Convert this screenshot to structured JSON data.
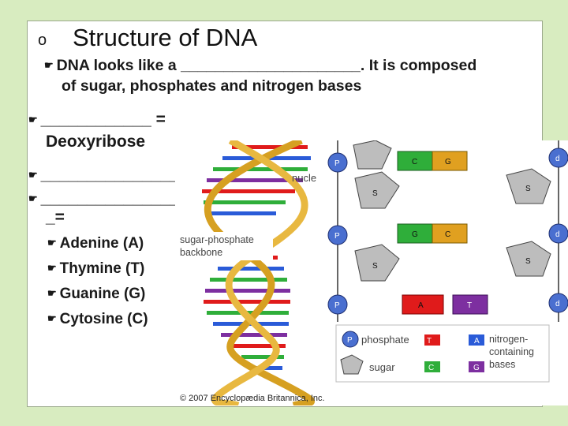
{
  "title": "Structure of DNA",
  "title_bullet": "o",
  "icon_name": "hand-pointer-icon",
  "bullet1_line1": "DNA looks like a _____________________. It is composed",
  "bullet1_line2": "of sugar, phosphates and nitrogen bases",
  "bullet2_line1": "____________ =",
  "bullet2_line2": "Deoxyribose",
  "bullet3": "_______________",
  "bullet4_line1": "_________________",
  "bullet4_line2": "_=",
  "bases": [
    "Adenine (A)",
    "Thymine (T)",
    "Guanine (G)",
    "Cytosine (C)"
  ],
  "diagram": {
    "label_nucleotide": "nucle",
    "label_backbone_1": "sugar-phosphate",
    "label_backbone_2": "backbone",
    "legend": {
      "phosphate": "phosphate",
      "sugar": "sugar",
      "bases_1": "nitrogen-",
      "bases_2": "containing",
      "bases_3": "bases",
      "p_letter": "P",
      "t_letter": "T",
      "a_letter": "A",
      "c_letter": "C",
      "g_letter": "G"
    },
    "copyright": "© 2007 Encyclopædia Britannica, Inc.",
    "ladder_letters": {
      "p": "P",
      "s": "S",
      "c": "C",
      "g": "G",
      "a": "A",
      "t": "T",
      "d": "d"
    }
  },
  "colors": {
    "page_bg": "#d8ecc0",
    "adenine": "#e01b1b",
    "thymine": "#2a5bd8",
    "guanine": "#7d2fa0",
    "cytosine": "#2fae3a",
    "phosphate": "#4a6fd0",
    "sugar": "#8e8e8e"
  }
}
